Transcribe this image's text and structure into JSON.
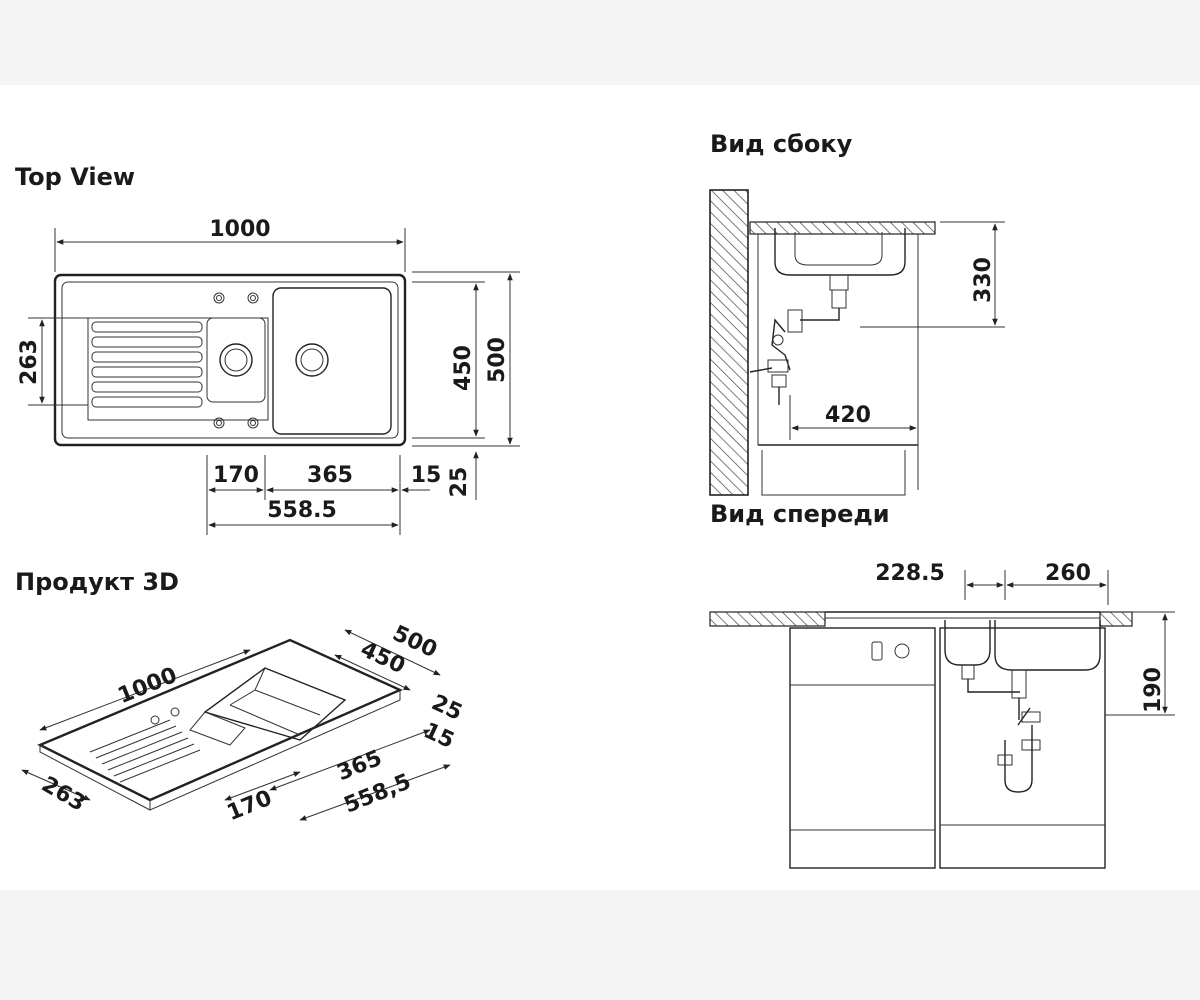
{
  "top_view": {
    "title": "Top View",
    "dims": {
      "overall_length": "1000",
      "drainer_width": "263",
      "bowl_depth": "450",
      "overall_depth": "500",
      "drainer_offset": "170",
      "bowl_width": "365",
      "edge_right": "15",
      "edge_front": "25",
      "center_to_edge": "558.5"
    }
  },
  "product_3d": {
    "title": "Продукт 3D",
    "dims": {
      "length": "1000",
      "depth": "500",
      "bowl_depth": "450",
      "front_edge": "25",
      "side_edge": "15",
      "bowl_width": "365",
      "center_to_edge": "558,5",
      "drainer_offset": "170",
      "drainer_width": "263"
    }
  },
  "side_view": {
    "title": "Вид сбоку",
    "dims": {
      "height": "330",
      "depth": "420"
    }
  },
  "front_view": {
    "title": "Вид спереди",
    "dims": {
      "left_offset": "228.5",
      "right_offset": "260",
      "height": "190"
    }
  }
}
